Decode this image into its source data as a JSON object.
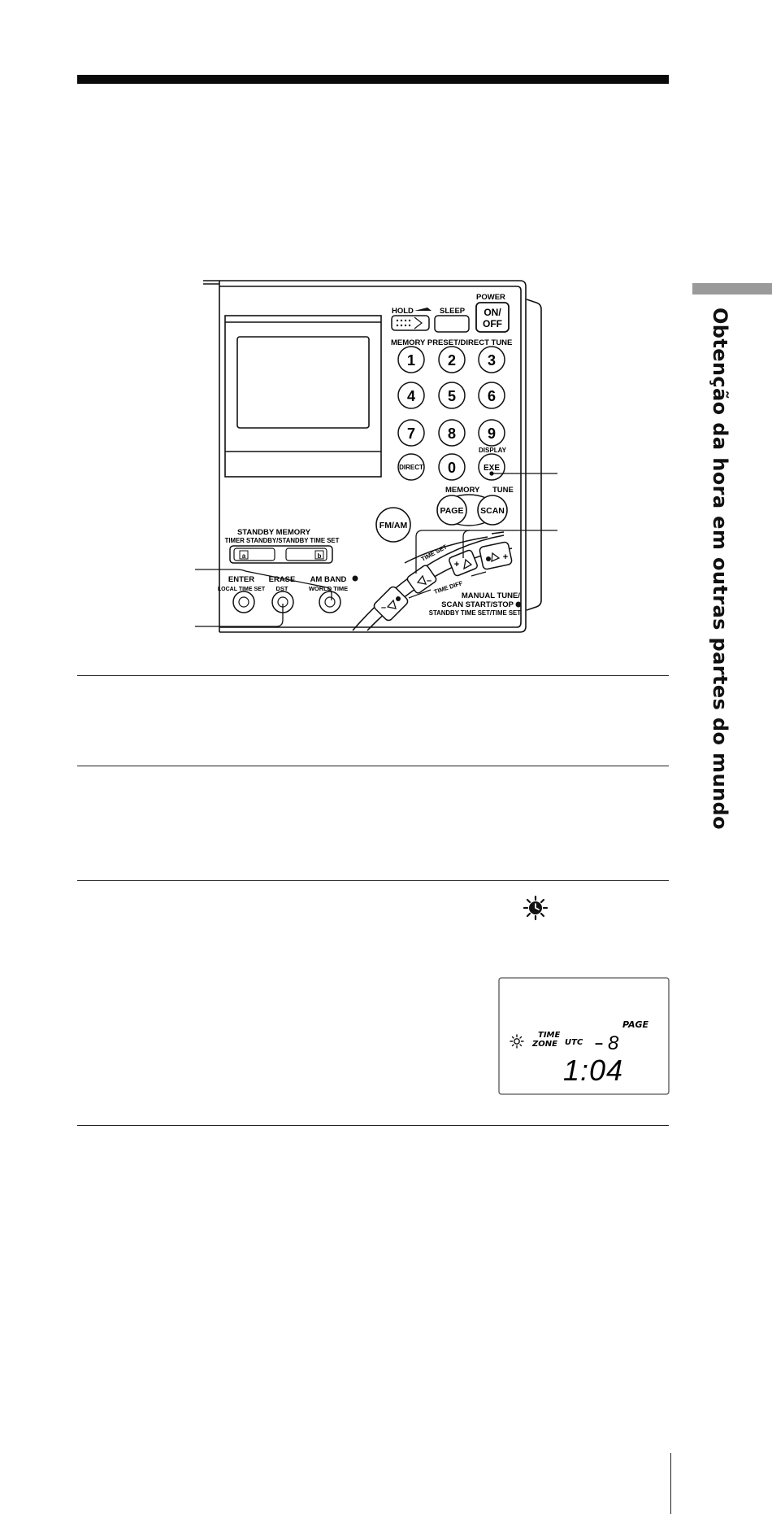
{
  "side_title": "Obtenção da hora em outras partes do mundo",
  "radio": {
    "hold_label": "HOLD",
    "sleep_label": "SLEEP",
    "power_label": "POWER",
    "on_off_line1": "ON/",
    "on_off_line2": "OFF",
    "memory_preset_label": "MEMORY PRESET/DIRECT TUNE",
    "keys": [
      "1",
      "2",
      "3",
      "4",
      "5",
      "6",
      "7",
      "8",
      "9"
    ],
    "direct_label": "DIRECT",
    "zero_label": "0",
    "display_label": "DISPLAY",
    "exe_label": "EXE",
    "memory_label": "MEMORY",
    "tune_label": "TUNE",
    "page_label": "PAGE",
    "scan_label": "SCAN",
    "fm_am_label": "FM/AM",
    "standby_memory_label": "STANDBY  MEMORY",
    "timer_standby_label": "TIMER  STANDBY/STANDBY  TIME  SET",
    "a_label": "a",
    "b_label": "b",
    "enter_label": "ENTER",
    "local_time_set_label": "LOCAL TIME SET",
    "erase_label": "ERASE",
    "dst_label": "DST",
    "am_band_label": "AM  BAND",
    "world_time_label": "WORLD  TIME",
    "time_set_label": "TIME SET",
    "time_diff_label": "TIME DIFF",
    "plus": "+",
    "minus": "–",
    "manual_tune_line1": "MANUAL TUNE/",
    "manual_tune_line2": "SCAN START/STOP",
    "manual_tune_line3": "STANDBY  TIME  SET/TIME  SET"
  },
  "lcd": {
    "page_label": "PAGE",
    "time_label": "TIME",
    "zone_label": "ZONE",
    "utc_label": "UTC",
    "offset_sign": "–",
    "offset_value": "8",
    "time_value": "1:04"
  }
}
